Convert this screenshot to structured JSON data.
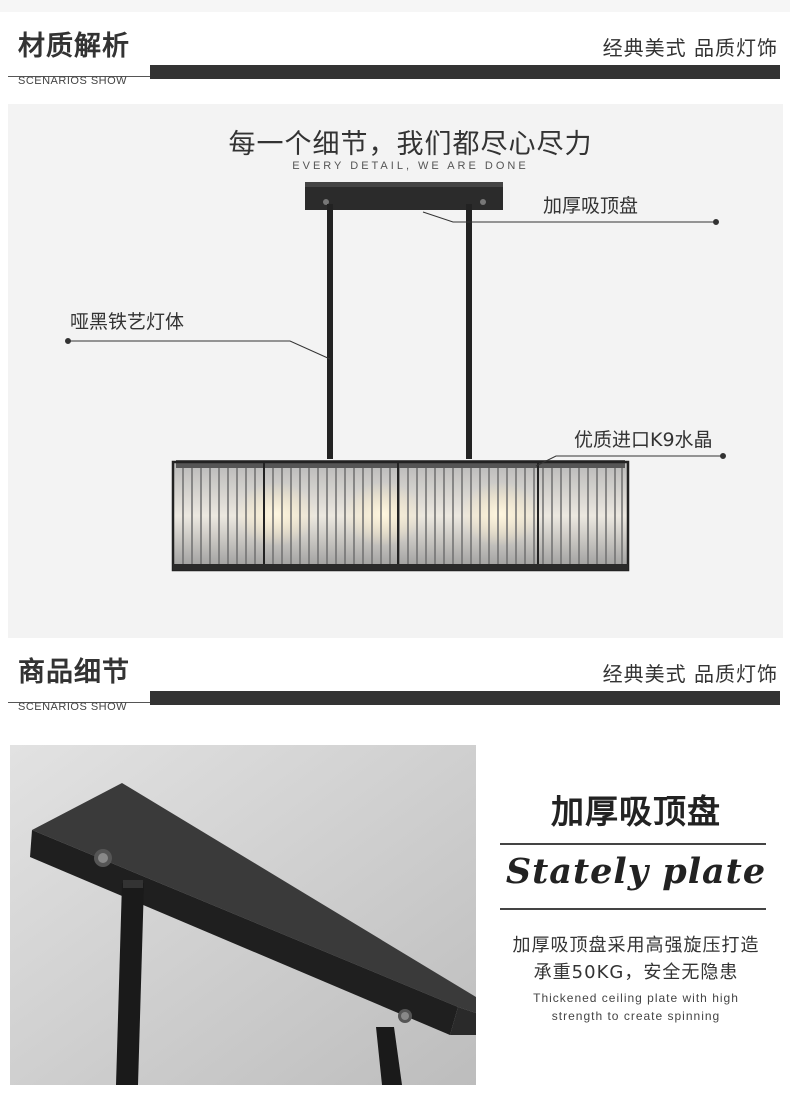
{
  "section1": {
    "title": "材质解析",
    "slogan": "经典美式  品质灯饰",
    "subtitle": "SCENARIOS SHOW"
  },
  "material": {
    "title": "每一个细节，我们都尽心尽力",
    "subtitle": "EVERY DETAIL, WE ARE DONE",
    "callouts": {
      "plate": "加厚吸顶盘",
      "body": "哑黑铁艺灯体",
      "crystal": "优质进口K9水晶"
    }
  },
  "section2": {
    "title": "商品细节",
    "slogan": "经典美式  品质灯饰",
    "subtitle": "SCENARIOS SHOW"
  },
  "detail": {
    "title": "加厚吸顶盘",
    "english_title": "Stately plate",
    "description_line1": "加厚吸顶盘采用高强旋压打造",
    "description_line2": "承重50KG，安全无隐患",
    "english_line1": "Thickened ceiling plate with high",
    "english_line2": "strength to create spinning"
  }
}
